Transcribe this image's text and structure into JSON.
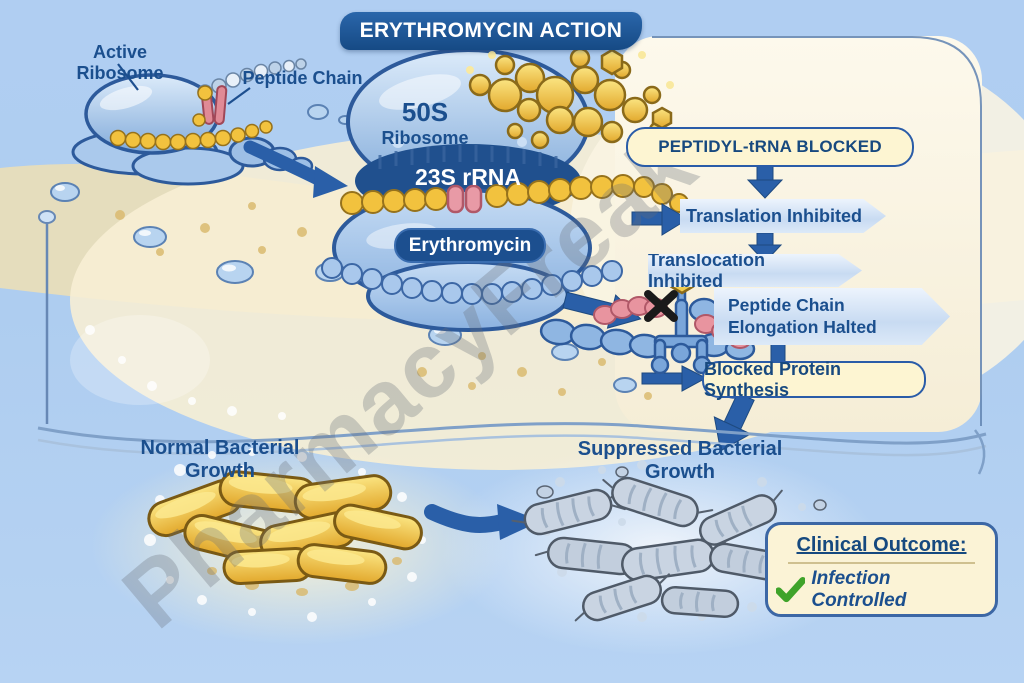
{
  "title": "ERYTHROMYCIN ACTION",
  "watermark": "PharmacyFreak",
  "ribosome_labels": {
    "active_ribosome": "Active Ribosome",
    "peptide_chain": "Peptide Chain",
    "subunit_size": "50S",
    "subunit_name": "Ribosome",
    "rrna": "23S rRNA",
    "drug": "Erythromycin"
  },
  "flowchart": {
    "blocked_header": "PEPTIDYL-tRNA BLOCKED",
    "steps": [
      "Translation Inhibited",
      "Translocation Inhibited",
      "Peptide Chain Elongation Halted",
      "Blocked Protein Synthesis"
    ]
  },
  "outcomes": {
    "normal": "Normal Bacterial Growth",
    "suppressed": "Suppressed Bacterial Growth"
  },
  "clinical": {
    "heading": "Clinical Outcome:",
    "result": "Infection Controlled",
    "check_icon": "green-checkmark"
  },
  "colors": {
    "banner_blue": "#1c5697",
    "label_blue": "#1b4f8e",
    "cream_box": "#fdf5d2",
    "step_banner_blue": "#c8dbf2",
    "arrow_blue": "#2a5fa8",
    "check_green": "#3fa32a",
    "normal_bacteria_gold": "#f2c23e",
    "suppressed_bacteria_grey": "#c6d1e0"
  }
}
